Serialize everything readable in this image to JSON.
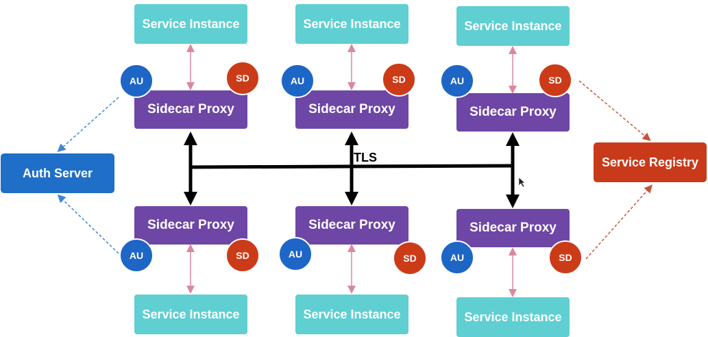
{
  "labels": {
    "service_instance": "Service Instance",
    "sidecar_proxy": "Sidecar Proxy",
    "au": "AU",
    "sd": "SD",
    "auth_server": "Auth Server",
    "service_registry": "Service Registry",
    "tls": "TLS"
  },
  "colors": {
    "service_instance": "#5fcfd2",
    "sidecar_proxy": "#6e46a6",
    "au": "#1e66c6",
    "sd": "#cc3b18",
    "auth_server": "#1f6fc8",
    "service_registry": "#c83a1a",
    "link_pink": "#d9889e",
    "auth_link": "#3d86d6",
    "registry_link": "#c4543a"
  }
}
